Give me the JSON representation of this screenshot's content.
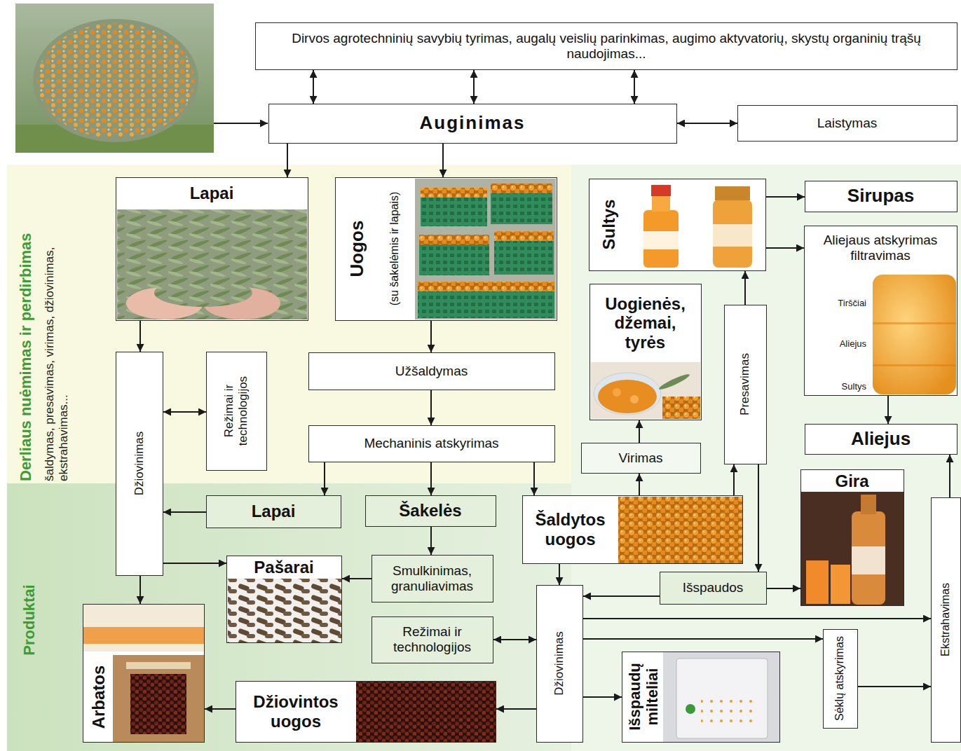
{
  "diagram": {
    "nodes": [
      {
        "text": [
          "Dirvos agrotechninių savybių tyrimas, augalų veislių parinkimas, augimo aktyvatorių, skystų organinių trąšų naudojimas..."
        ]
      },
      {
        "text": [
          "Auginimas"
        ]
      },
      {
        "text": [
          "Laistymas"
        ]
      },
      {
        "text": [
          "Lapai"
        ]
      },
      {
        "text": [
          "Uogos",
          "(su šakelėmis ir lapais)"
        ]
      },
      {
        "text": [
          "Sultys"
        ]
      },
      {
        "text": [
          "Sirupas"
        ]
      },
      {
        "text": [
          "Aliejaus atskyrimas filtravimas",
          "Tirščiai",
          "Aliejus",
          "Sultys"
        ]
      },
      {
        "text": [
          "Džiovinimas"
        ]
      },
      {
        "text": [
          "Režimai ir technologijos"
        ]
      },
      {
        "text": [
          "Užšaldymas"
        ]
      },
      {
        "text": [
          "Mechaninis atskyrimas"
        ]
      },
      {
        "text": [
          "Uogienės, džemai, tyrės"
        ]
      },
      {
        "text": [
          "Presavimas"
        ]
      },
      {
        "text": [
          "Aliejus"
        ]
      },
      {
        "text": [
          "Virimas"
        ]
      },
      {
        "text": [
          "Gira"
        ]
      },
      {
        "text": [
          "Lapai"
        ]
      },
      {
        "text": [
          "Šakelės"
        ]
      },
      {
        "text": [
          "Šaldytos uogos"
        ]
      },
      {
        "text": [
          "Ekstrahavimas"
        ]
      },
      {
        "text": [
          "Pašarai"
        ]
      },
      {
        "text": [
          "Smulkinimas, granuliavimas"
        ]
      },
      {
        "text": [
          "Išspaudos"
        ]
      },
      {
        "text": [
          "Džiovinimas"
        ]
      },
      {
        "text": [
          "Režimai ir technologijos"
        ]
      },
      {
        "text": [
          "Sėklų atskyrimas"
        ]
      },
      {
        "text": [
          "Arbatos"
        ]
      },
      {
        "text": [
          "Džiovintos uogos"
        ]
      },
      {
        "text": [
          "Išspaudų milteliai"
        ]
      }
    ],
    "edges": [
      {
        "from": 0,
        "to": 1,
        "arrow": "both"
      },
      {
        "from": 0,
        "to": 1,
        "arrow": "both"
      },
      {
        "from": 0,
        "to": 1,
        "arrow": "both"
      },
      {
        "from": 1,
        "to": 2,
        "arrow": "both"
      },
      {
        "from": 1,
        "to": 3,
        "arrow": "to"
      },
      {
        "from": 1,
        "to": 4,
        "arrow": "to"
      },
      {
        "from": 3,
        "to": 8,
        "arrow": "to"
      },
      {
        "from": 8,
        "to": 9,
        "arrow": "both"
      },
      {
        "from": 4,
        "to": 10,
        "arrow": "to"
      },
      {
        "from": 10,
        "to": 11,
        "arrow": "to"
      },
      {
        "from": 11,
        "to": 17,
        "arrow": "to"
      },
      {
        "from": 11,
        "to": 18,
        "arrow": "to"
      },
      {
        "from": 11,
        "to": 19,
        "arrow": "to"
      },
      {
        "from": 17,
        "to": 8,
        "arrow": "to"
      },
      {
        "from": 18,
        "to": 22,
        "arrow": "to"
      },
      {
        "from": 22,
        "to": 21,
        "arrow": "to"
      },
      {
        "from": 8,
        "to": 21,
        "arrow": "to"
      },
      {
        "from": 8,
        "to": 27,
        "arrow": "to"
      },
      {
        "from": 19,
        "to": 15,
        "arrow": "to"
      },
      {
        "from": 15,
        "to": 12,
        "arrow": "to"
      },
      {
        "from": 19,
        "to": 13,
        "arrow": "to"
      },
      {
        "from": 13,
        "to": 5,
        "arrow": "to"
      },
      {
        "from": 5,
        "to": 6,
        "arrow": "to"
      },
      {
        "from": 5,
        "to": 7,
        "arrow": "to"
      },
      {
        "from": 7,
        "to": 14,
        "arrow": "to"
      },
      {
        "from": 13,
        "to": 23,
        "arrow": "to"
      },
      {
        "from": 23,
        "to": 24,
        "arrow": "to"
      },
      {
        "from": 23,
        "to": 16,
        "arrow": "to"
      },
      {
        "from": 19,
        "to": 24,
        "arrow": "to"
      },
      {
        "from": 24,
        "to": 25,
        "arrow": "both"
      },
      {
        "from": 24,
        "to": 28,
        "arrow": "to"
      },
      {
        "from": 28,
        "to": 27,
        "arrow": "to"
      },
      {
        "from": 24,
        "to": 29,
        "arrow": "to"
      },
      {
        "from": 24,
        "to": 26,
        "arrow": "to"
      },
      {
        "from": 24,
        "to": 20,
        "arrow": "to"
      },
      {
        "from": 26,
        "to": 20,
        "arrow": "to"
      },
      {
        "from": 20,
        "to": 14,
        "arrow": "to"
      }
    ],
    "labels": [
      "Derliaus nuėmimas ir perdirbimas",
      "šaldymas, presavimas, virimas, džiovinimas, ekstrahavimas...",
      "Produktai"
    ]
  }
}
